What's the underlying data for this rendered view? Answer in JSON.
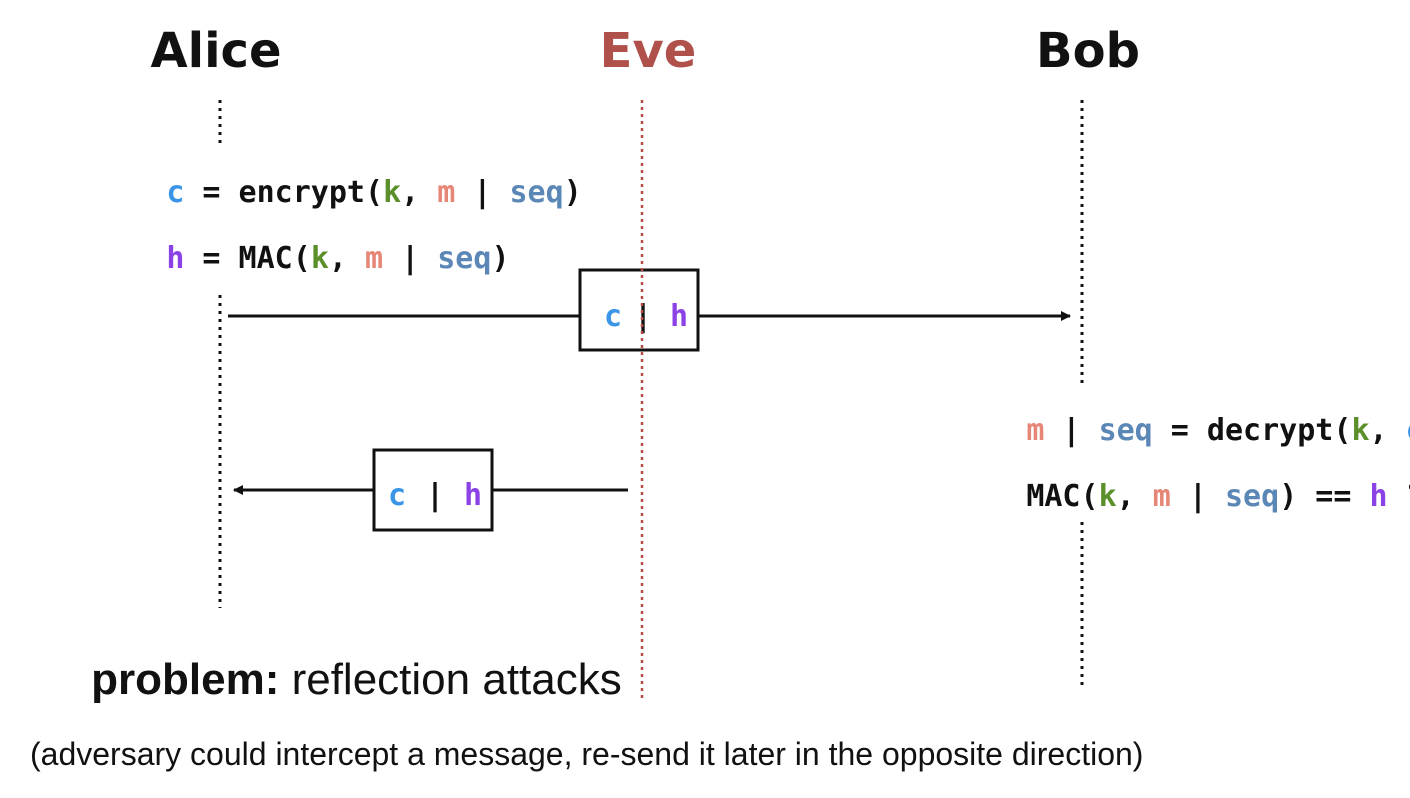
{
  "colors": {
    "black": "#111111",
    "eve": "#b0504a",
    "c": "#3a95e6",
    "h": "#8a42e6",
    "k": "#5a8f2a",
    "m": "#e58676",
    "seq": "#5b87b6",
    "eve_line": "#b84c45"
  },
  "participants": {
    "alice": "Alice",
    "eve": "Eve",
    "bob": "Bob"
  },
  "alice_equations": {
    "line1": {
      "c": "c",
      "op_eq": " = encrypt(",
      "k": "k",
      "comma": ", ",
      "m": "m",
      "bar": " | ",
      "seq": "seq",
      "close": ")"
    },
    "line2": {
      "h": "h",
      "op_eq": " = MAC(",
      "k": "k",
      "comma": ", ",
      "m": "m",
      "bar": " | ",
      "seq": "seq",
      "close": ")"
    }
  },
  "bob_equations": {
    "line1": {
      "m": "m",
      "bar": " | ",
      "seq": "seq",
      "op_eq": " = decrypt(",
      "k": "k",
      "comma": ", ",
      "c": "c",
      "close": ")"
    },
    "line2": {
      "fn": "MAC(",
      "k": "k",
      "comma": ", ",
      "m": "m",
      "bar": " | ",
      "seq": "seq",
      "close_eq": ") == ",
      "h": "h",
      "q": " ?"
    }
  },
  "messages": {
    "forward": {
      "c": "c",
      "bar": "|",
      "h": "h"
    },
    "reflected": {
      "c": "c",
      "bar": "|",
      "h": "h"
    }
  },
  "problem": {
    "label": "problem:",
    "text": " reflection attacks"
  },
  "explanation": "(adversary could intercept a message, re-send it later in the opposite direction)"
}
